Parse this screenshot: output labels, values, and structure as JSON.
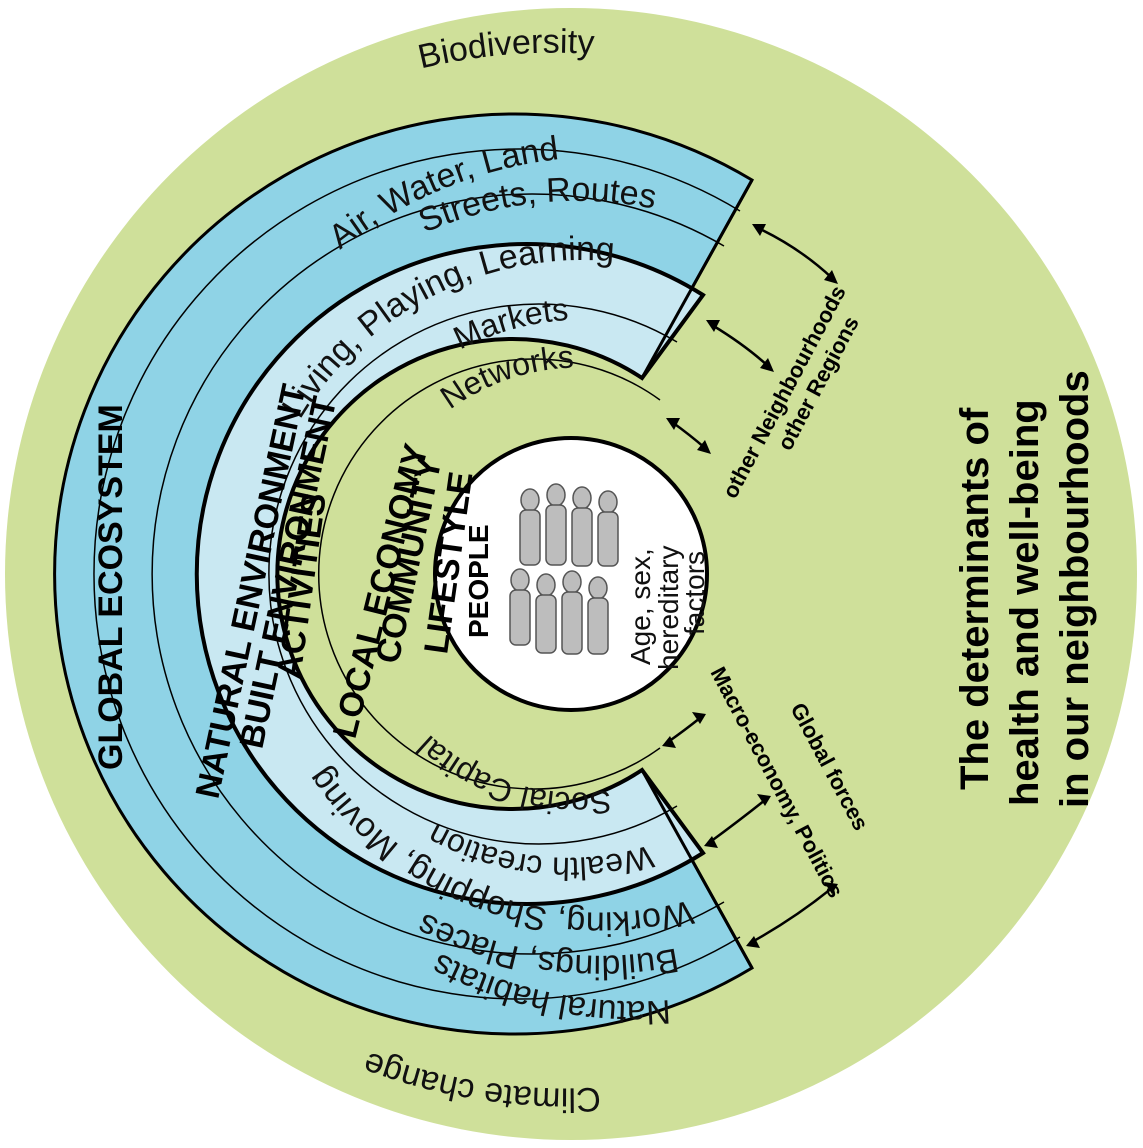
{
  "outer_labels": {
    "top": "Biodiversity",
    "bottom": "Climate change",
    "left": "GLOBAL ECOSYSTEM"
  },
  "rings": {
    "natural_environment": {
      "title": "NATURAL ENVIRONMENT",
      "upper": "Air, Water, Land",
      "lower": "Natural habitats"
    },
    "built_environment": {
      "title": "BUILT ENVIRONMENT",
      "upper": "Streets, Routes",
      "lower": "Buildings, Places"
    },
    "activities": {
      "title": "ACTIVITIES",
      "upper": "Living, Playing, Learning",
      "lower": "Working, Shopping, Moving"
    },
    "local_economy": {
      "title": "LOCAL ECONOMY",
      "upper": "Markets",
      "lower": "Wealth creation"
    },
    "community": {
      "title": "COMMUNITY",
      "upper": "Networks",
      "lower": "Social Capital"
    },
    "lifestyle": {
      "title": "LIFESTYLE"
    }
  },
  "core": {
    "title": "PEOPLE",
    "line1": "Age, sex,",
    "line2": "hereditary",
    "line3": "factors"
  },
  "right_labels": {
    "upper_line1": "other Neighbourhoods",
    "upper_line2": "other Regions",
    "lower_line1": "Macro-economy, Politics",
    "lower_line2": "Global forces"
  },
  "title": {
    "line1": "The determinants of",
    "line2": "health and well-being",
    "line3": "in our neighbourhoods"
  },
  "colors": {
    "outer_green": "#cfe09a",
    "ring_blue": "#8fd3e6",
    "ring_light": "#c9e8f2",
    "core": "#ffffff"
  }
}
